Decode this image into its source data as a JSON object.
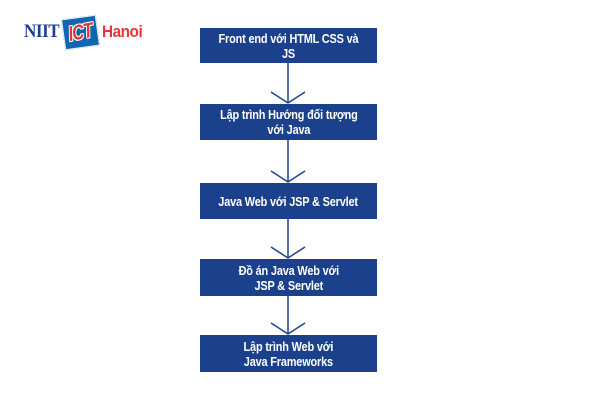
{
  "theme": {
    "node-blue": "#1b418c",
    "logo-blue": "#1066b0",
    "brand-red": "#e5343a",
    "brand-navy": "#1c3f8e",
    "node-text": "#ffffff"
  },
  "logo": {
    "niit_text": "NIIT",
    "ict_text": "ICT",
    "city_text": "Hanoi"
  },
  "flow": {
    "type": "flowchart",
    "direction": "top-down",
    "nodes": [
      {
        "id": 1,
        "label": "Front end với HTML CSS và JS"
      },
      {
        "id": 2,
        "label": "Lập trình Hướng đối tượng\nvới Java"
      },
      {
        "id": 3,
        "label": "Java Web với JSP & Servlet"
      },
      {
        "id": 4,
        "label": "Đồ án Java Web với\nJSP & Servlet"
      },
      {
        "id": 5,
        "label": "Lập trình Web với\nJava Frameworks"
      }
    ],
    "edges": [
      {
        "from": 1,
        "to": 2
      },
      {
        "from": 2,
        "to": 3
      },
      {
        "from": 3,
        "to": 4
      },
      {
        "from": 4,
        "to": 5
      }
    ]
  }
}
